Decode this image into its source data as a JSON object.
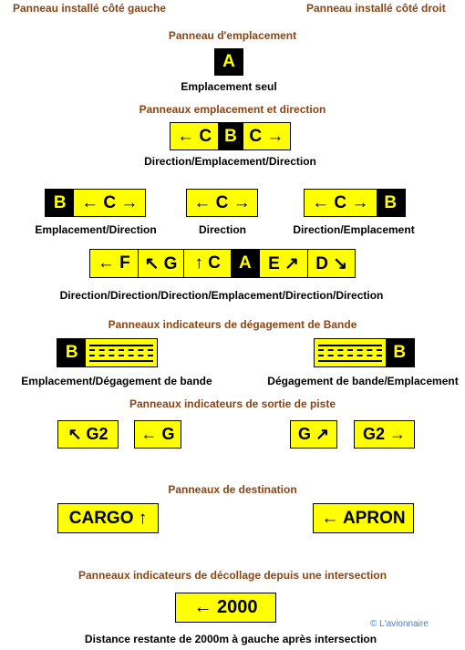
{
  "top": {
    "left": "Panneau installé côté gauche",
    "right": "Panneau installé côté droit"
  },
  "s1": {
    "title": "Panneau d'emplacement",
    "sign": "A",
    "caption": "Emplacement seul"
  },
  "s2": {
    "title": "Panneaux emplacement et direction",
    "cells": [
      "← C",
      "B",
      "C →"
    ],
    "caption": "Direction/Emplacement/Direction"
  },
  "s3": {
    "left": {
      "cells": [
        "B",
        "← C →"
      ],
      "caption": "Emplacement/Direction"
    },
    "middle": {
      "cells": [
        "← C →"
      ],
      "caption": "Direction"
    },
    "right": {
      "cells": [
        "← C →",
        "B"
      ],
      "caption": "Direction/Emplacement"
    }
  },
  "s4": {
    "cells": [
      "← F",
      "↖ G",
      "↑ C",
      "A",
      "E ↗",
      "D ↘"
    ],
    "caption": "Direction/Direction/Direction/Emplacement/Direction/Direction"
  },
  "s5": {
    "title": "Panneaux indicateurs de dégagement de Bande",
    "left": {
      "letter": "B",
      "caption": "Emplacement/Dégagement de bande"
    },
    "right": {
      "letter": "B",
      "caption": "Dégagement de bande/Emplacement"
    }
  },
  "s6": {
    "title": "Panneaux indicateurs de sortie de piste",
    "signs": [
      "↖ G2",
      "← G",
      "G ↗",
      "G2 →"
    ]
  },
  "s7": {
    "title": "Panneaux de destination",
    "left": "CARGO ↑",
    "right": "← APRON"
  },
  "s8": {
    "title": "Panneaux indicateurs de décollage depuis une intersection",
    "sign": "← 2000",
    "caption": "Distance restante de 2000m à gauche après intersection"
  },
  "credit": "© L'avionnaire",
  "colors": {
    "sign_yellow": "#ffff00",
    "sign_black": "#000000",
    "heading_brown": "#8b4513",
    "credit_blue": "#4a7fc0"
  }
}
